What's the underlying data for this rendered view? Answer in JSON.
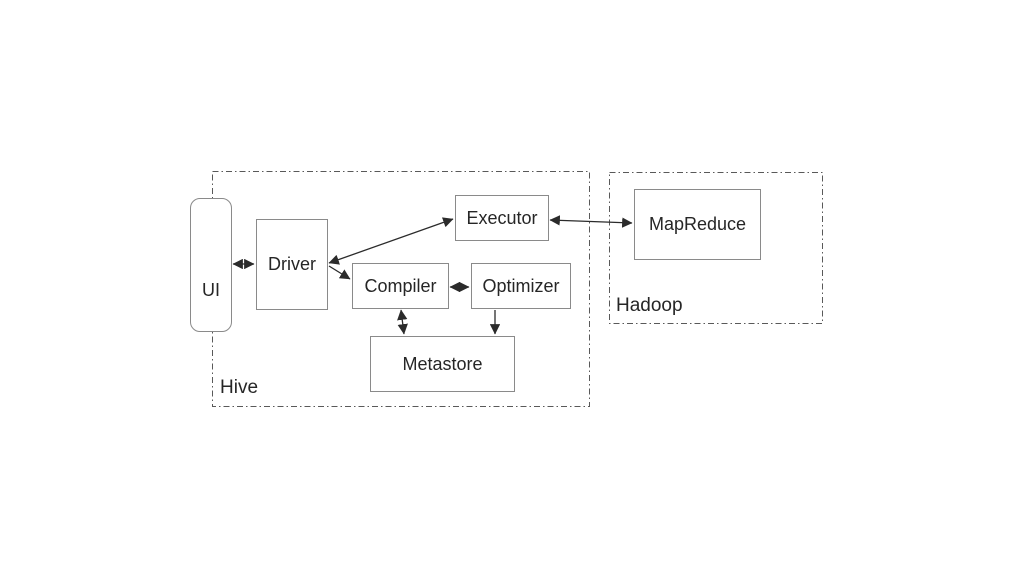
{
  "diagram": {
    "containers": [
      {
        "id": "hive",
        "label": "Hive"
      },
      {
        "id": "hadoop",
        "label": "Hadoop"
      }
    ],
    "nodes": [
      {
        "id": "ui",
        "label": "UI"
      },
      {
        "id": "driver",
        "label": "Driver"
      },
      {
        "id": "executor",
        "label": "Executor"
      },
      {
        "id": "compiler",
        "label": "Compiler"
      },
      {
        "id": "optimizer",
        "label": "Optimizer"
      },
      {
        "id": "metastore",
        "label": "Metastore"
      },
      {
        "id": "mapreduce",
        "label": "MapReduce"
      }
    ],
    "edges": [
      {
        "from": "ui",
        "to": "driver",
        "direction": "both"
      },
      {
        "from": "driver",
        "to": "executor",
        "direction": "both"
      },
      {
        "from": "driver",
        "to": "compiler",
        "direction": "forward"
      },
      {
        "from": "compiler",
        "to": "optimizer",
        "direction": "both"
      },
      {
        "from": "compiler",
        "to": "metastore",
        "direction": "both"
      },
      {
        "from": "optimizer",
        "to": "metastore",
        "direction": "forward"
      },
      {
        "from": "executor",
        "to": "mapreduce",
        "direction": "both"
      }
    ],
    "colors": {
      "background": "#ffffff",
      "box_border": "#8a8a8a",
      "container_border": "#595959",
      "arrow": "#2b2b2b",
      "text": "#262626"
    }
  }
}
